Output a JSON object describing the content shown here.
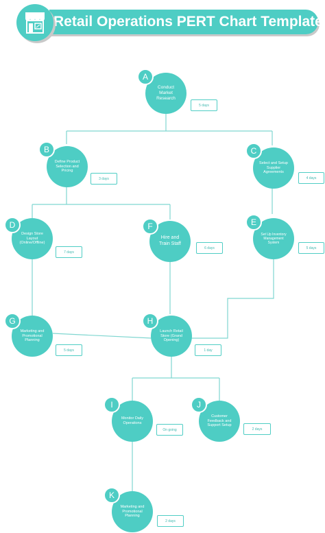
{
  "title": "Retail Operations PERT Chart Template",
  "logo_icon": "storefront-icon",
  "accent_color": "#4ecdc4",
  "line_color": "#7fd6d0",
  "tasks": {
    "A": {
      "letter": "A",
      "label": "Conduct Market Research",
      "duration": "5 days"
    },
    "B": {
      "letter": "B",
      "label": "Define Product Selection and Pricing",
      "duration": "3 days"
    },
    "C": {
      "letter": "C",
      "label": "Select and Setup Supplier Agreements",
      "duration": "4 days"
    },
    "D": {
      "letter": "D",
      "label": "Design Store Layout (Online/Offline)",
      "duration": "7 days"
    },
    "E": {
      "letter": "E",
      "label": "Set Up Inventory Management System",
      "duration": "5 days"
    },
    "F": {
      "letter": "F",
      "label": "Hire and Train Staff",
      "duration": "6 days"
    },
    "G": {
      "letter": "G",
      "label": "Marketing and Promotional Planning",
      "duration": "5 days"
    },
    "H": {
      "letter": "H",
      "label": "Launch Retail Store (Grand Opening)",
      "duration": "1 day"
    },
    "I": {
      "letter": "I",
      "label": "Monitor Daily Operations",
      "duration": "On going"
    },
    "J": {
      "letter": "J",
      "label": "Customer Feedback and Support Setup",
      "duration": "2 days"
    },
    "K": {
      "letter": "K",
      "label": "Marketing and Promotional Planning",
      "duration": "2 days"
    }
  },
  "dependencies": [
    [
      "A",
      "B"
    ],
    [
      "A",
      "C"
    ],
    [
      "B",
      "D"
    ],
    [
      "B",
      "F"
    ],
    [
      "C",
      "E"
    ],
    [
      "D",
      "G"
    ],
    [
      "F",
      "H"
    ],
    [
      "G",
      "H"
    ],
    [
      "E",
      "H"
    ],
    [
      "H",
      "I"
    ],
    [
      "H",
      "J"
    ],
    [
      "I",
      "K"
    ]
  ]
}
